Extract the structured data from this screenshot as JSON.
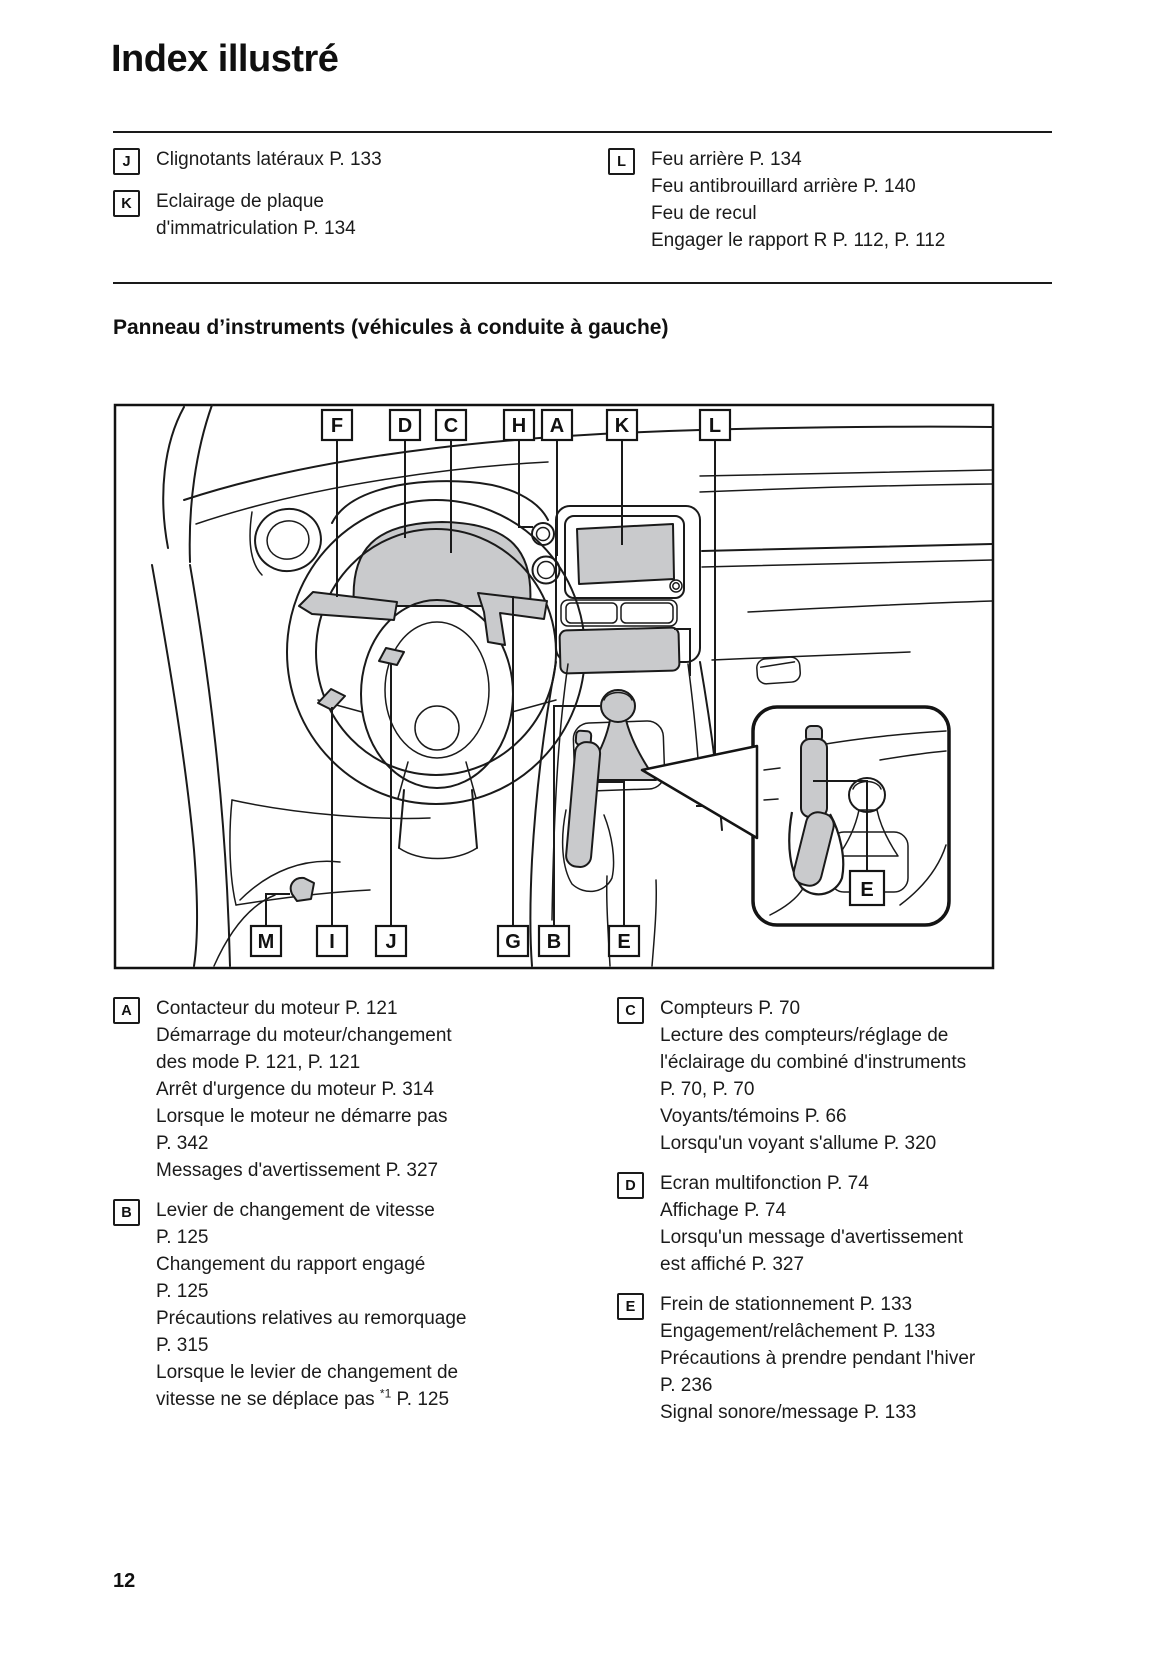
{
  "page": {
    "title": "Index illustré",
    "section_heading": "Panneau d’instruments (véhicules à conduite à gauche)",
    "page_number": "12"
  },
  "top_index": {
    "left": [
      {
        "letter": "J",
        "lines": [
          "Clignotants latéraux P. 133"
        ]
      },
      {
        "letter": "K",
        "lines": [
          "Eclairage de plaque",
          "d'immatriculation P. 134"
        ]
      }
    ],
    "right": [
      {
        "letter": "L",
        "lines": [
          "Feu arrière P. 134",
          "Feu antibrouillard arrière P. 140",
          "Feu de recul",
          "Engager le rapport R P. 112, P. 112"
        ]
      }
    ]
  },
  "diagram": {
    "callouts_top": [
      "F",
      "D",
      "C",
      "H",
      "A",
      "K",
      "L"
    ],
    "callouts_bottom": [
      "M",
      "I",
      "J",
      "G",
      "B",
      "E"
    ],
    "inset_callout": "E",
    "line_color": "#1a1a1a",
    "shade_color": "#c9cacc"
  },
  "bottom_index": {
    "left": [
      {
        "letter": "A",
        "lines": [
          "Contacteur du moteur P. 121",
          "Démarrage du moteur/changement",
          "des mode P. 121, P. 121",
          "Arrêt d'urgence du moteur P. 314",
          "Lorsque le moteur ne démarre pas",
          "P. 342",
          "Messages d'avertissement P. 327"
        ]
      },
      {
        "letter": "B",
        "lines": [
          "Levier de changement de vitesse",
          "P. 125",
          "Changement du rapport engagé",
          "P. 125",
          "Précautions relatives au remorquage",
          "P. 315",
          "Lorsque le levier de changement de",
          [
            "vitesse ne se déplace pas ",
            {
              "sup": "*1"
            },
            " P. 125"
          ]
        ]
      }
    ],
    "right": [
      {
        "letter": "C",
        "lines": [
          "Compteurs P. 70",
          "Lecture des compteurs/réglage de",
          "l'éclairage du combiné d'instruments",
          "P. 70, P. 70",
          "Voyants/témoins P. 66",
          "Lorsqu'un voyant s'allume P. 320"
        ]
      },
      {
        "letter": "D",
        "lines": [
          "Ecran multifonction P. 74",
          "Affichage P. 74",
          "Lorsqu'un message d'avertissement",
          "est affiché P. 327"
        ]
      },
      {
        "letter": "E",
        "lines": [
          "Frein de stationnement P. 133",
          "Engagement/relâchement P. 133",
          "Précautions à prendre pendant l'hiver",
          "P. 236",
          "Signal sonore/message P. 133"
        ]
      }
    ]
  }
}
